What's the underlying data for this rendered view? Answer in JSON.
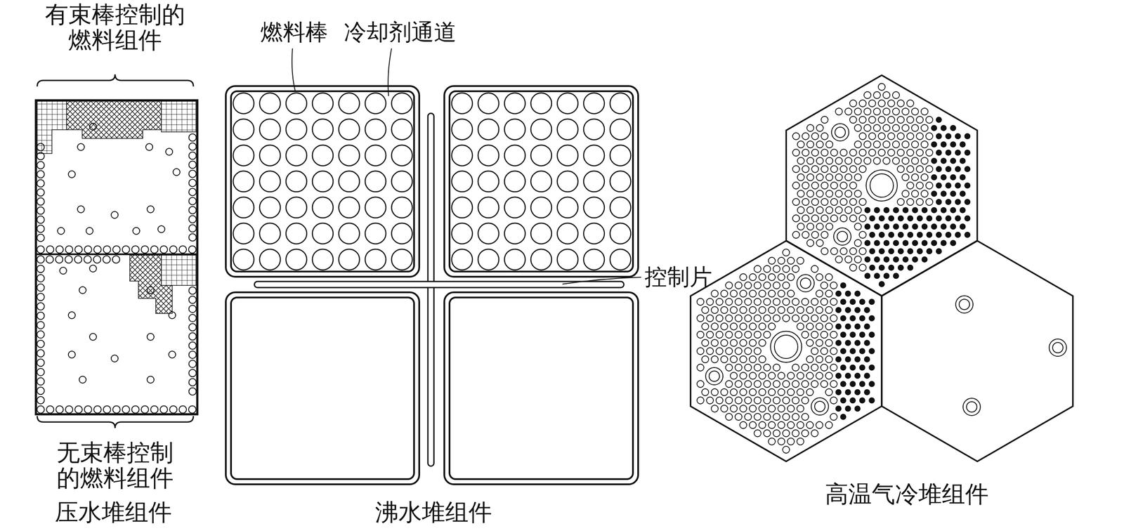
{
  "diagram": {
    "labels": [
      "有束棒控制的燃料组件",
      "无束棒控制的燃料组件",
      "压水堆组件",
      "燃料棒",
      "冷却剂通道",
      "控制片",
      "沸水堆组件",
      "高温气冷堆组件"
    ]
  }
}
